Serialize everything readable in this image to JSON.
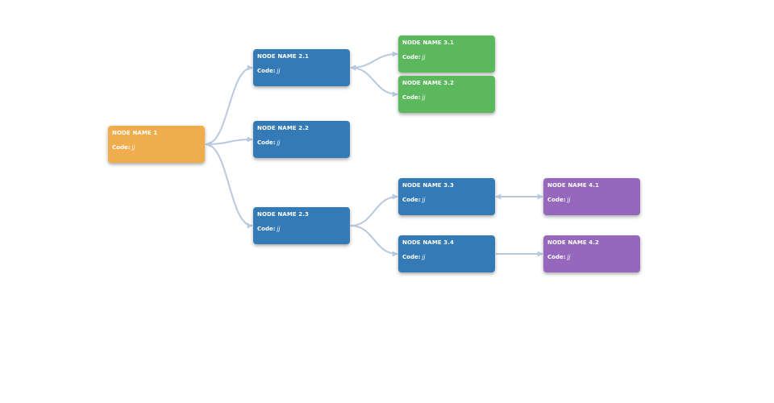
{
  "diagram": {
    "colors": {
      "level1": "#F0AD4E",
      "level2": "#337AB7",
      "level3_green": "#5CB85C",
      "level4": "#9568BD",
      "link": "#B8C8DE"
    },
    "code_label": "Code:",
    "nodes": [
      {
        "id": "n1",
        "title": "NODE NAME 1",
        "code": "jj",
        "color": "level1"
      },
      {
        "id": "n21",
        "title": "NODE NAME 2.1",
        "code": "jj",
        "color": "level2"
      },
      {
        "id": "n22",
        "title": "NODE NAME 2.2",
        "code": "jj",
        "color": "level2"
      },
      {
        "id": "n23",
        "title": "NODE NAME 2.3",
        "code": "jj",
        "color": "level2"
      },
      {
        "id": "n31",
        "title": "NODE NAME 3.1",
        "code": "jj",
        "color": "level3_green"
      },
      {
        "id": "n32",
        "title": "NODE NAME 3.2",
        "code": "jj",
        "color": "level3_green"
      },
      {
        "id": "n33",
        "title": "NODE NAME 3.3",
        "code": "jj",
        "color": "level2"
      },
      {
        "id": "n34",
        "title": "NODE NAME 3.4",
        "code": "jj",
        "color": "level2"
      },
      {
        "id": "n41",
        "title": "NODE NAME 4.1",
        "code": "jj",
        "color": "level4"
      },
      {
        "id": "n42",
        "title": "NODE NAME 4.2",
        "code": "jj",
        "color": "level4"
      }
    ],
    "links": [
      {
        "from": "n1",
        "to": "n21",
        "bidirectional": true
      },
      {
        "from": "n1",
        "to": "n22",
        "bidirectional": true
      },
      {
        "from": "n1",
        "to": "n23",
        "bidirectional": true
      },
      {
        "from": "n21",
        "to": "n31",
        "bidirectional": true
      },
      {
        "from": "n21",
        "to": "n32",
        "bidirectional": true
      },
      {
        "from": "n23",
        "to": "n33",
        "bidirectional": false
      },
      {
        "from": "n23",
        "to": "n34",
        "bidirectional": false
      },
      {
        "from": "n33",
        "to": "n41",
        "bidirectional": true
      },
      {
        "from": "n34",
        "to": "n42",
        "bidirectional": false
      }
    ]
  }
}
